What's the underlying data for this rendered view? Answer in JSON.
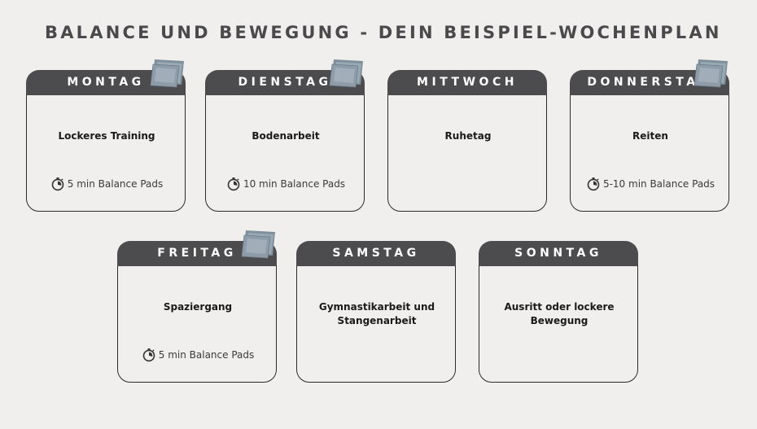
{
  "title": "BALANCE UND BEWEGUNG - DEIN BEISPIEL-WOCHENPLAN",
  "days": [
    {
      "name": "MONTAG",
      "activity_line1": "Lockeres Training",
      "activity_line2": "",
      "extra": "5 min Balance Pads",
      "has_pad": true
    },
    {
      "name": "DIENSTAG",
      "activity_line1": "Bodenarbeit",
      "activity_line2": "",
      "extra": "10 min Balance Pads",
      "has_pad": true
    },
    {
      "name": "MITTWOCH",
      "activity_line1": "Ruhetag",
      "activity_line2": "",
      "extra": "",
      "has_pad": false
    },
    {
      "name": "DONNERSTAG",
      "activity_line1": "Reiten",
      "activity_line2": "",
      "extra": "5-10  min Balance Pads",
      "has_pad": true
    },
    {
      "name": "FREITAG",
      "activity_line1": "Spaziergang",
      "activity_line2": "",
      "extra": "5 min Balance Pads",
      "has_pad": true
    },
    {
      "name": "SAMSTAG",
      "activity_line1": "Gymnastikarbeit und",
      "activity_line2": "Stangenarbeit",
      "extra": "",
      "has_pad": false
    },
    {
      "name": "SONNTAG",
      "activity_line1": "Ausritt oder lockere",
      "activity_line2": "Bewegung",
      "extra": "",
      "has_pad": false
    }
  ]
}
